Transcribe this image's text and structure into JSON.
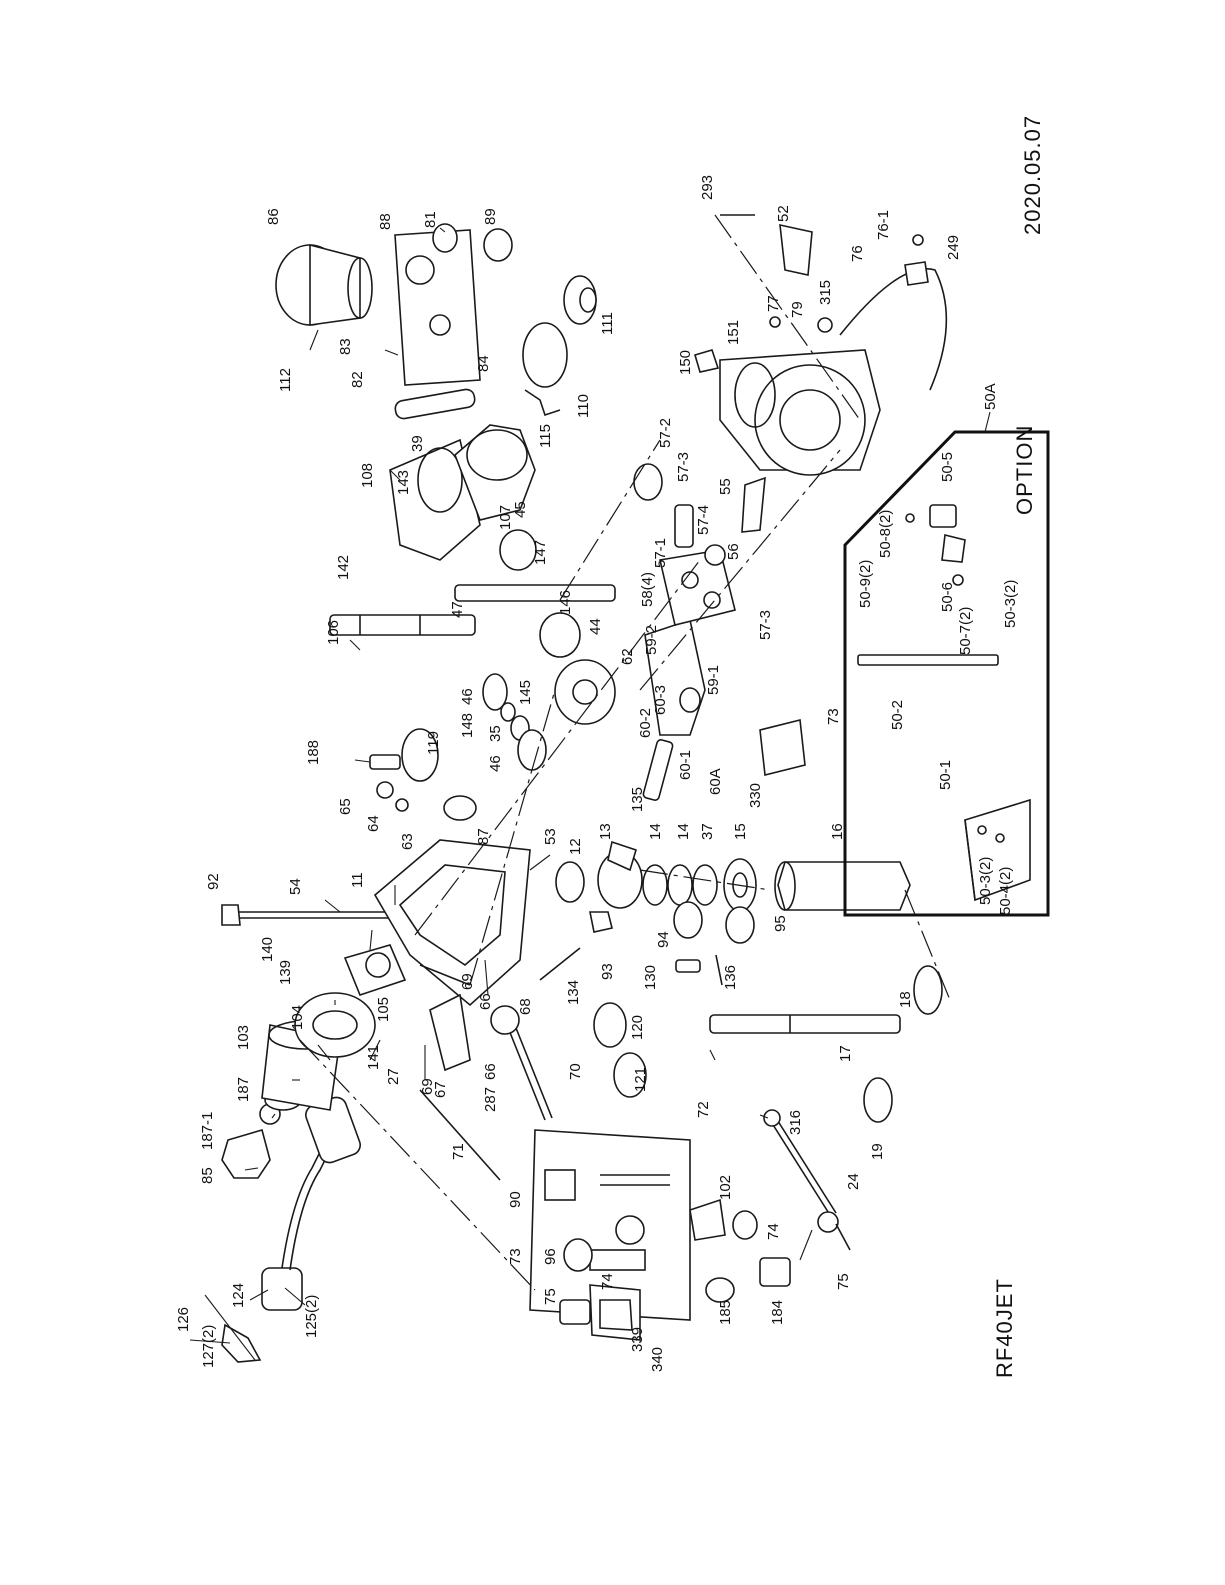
{
  "model": "RF40JET",
  "date": "2020.05.07",
  "option": {
    "title": "OPTION",
    "assembly_label": "50A"
  },
  "labels": [
    "126",
    "127(2)",
    "124",
    "125(2)",
    "85",
    "187-1",
    "187",
    "103",
    "104",
    "139",
    "140",
    "105",
    "92",
    "54",
    "11",
    "87",
    "53",
    "12",
    "13",
    "135",
    "14",
    "14",
    "37",
    "15",
    "16",
    "141",
    "27",
    "67",
    "69",
    "66",
    "287",
    "69",
    "66",
    "68",
    "70",
    "120",
    "121",
    "72",
    "71",
    "90",
    "73",
    "96",
    "75",
    "74",
    "339",
    "340",
    "185",
    "184",
    "102",
    "75",
    "74",
    "24",
    "316",
    "19",
    "17",
    "18",
    "134",
    "93",
    "94",
    "130",
    "95",
    "136",
    "65",
    "64",
    "63",
    "119",
    "188",
    "106",
    "142",
    "46",
    "148",
    "35",
    "46",
    "47",
    "108",
    "143",
    "107",
    "145",
    "147",
    "146",
    "45",
    "44",
    "62",
    "59-2",
    "58(4)",
    "57-1",
    "57-3",
    "57-2",
    "57-4",
    "55",
    "56",
    "57-3",
    "60-1",
    "60-2",
    "60-3",
    "59-1",
    "60A",
    "330",
    "73",
    "39",
    "115",
    "110",
    "111",
    "82",
    "83",
    "84",
    "112",
    "86",
    "88",
    "81",
    "89",
    "293",
    "52",
    "77",
    "315",
    "79",
    "150",
    "151",
    "76",
    "76-1",
    "249",
    "50-1",
    "50-2",
    "50-3(2)",
    "50-4(2)",
    "50-5",
    "50-6",
    "50-7(2)",
    "50-3(2)",
    "50-8(2)",
    "50-9(2)"
  ]
}
